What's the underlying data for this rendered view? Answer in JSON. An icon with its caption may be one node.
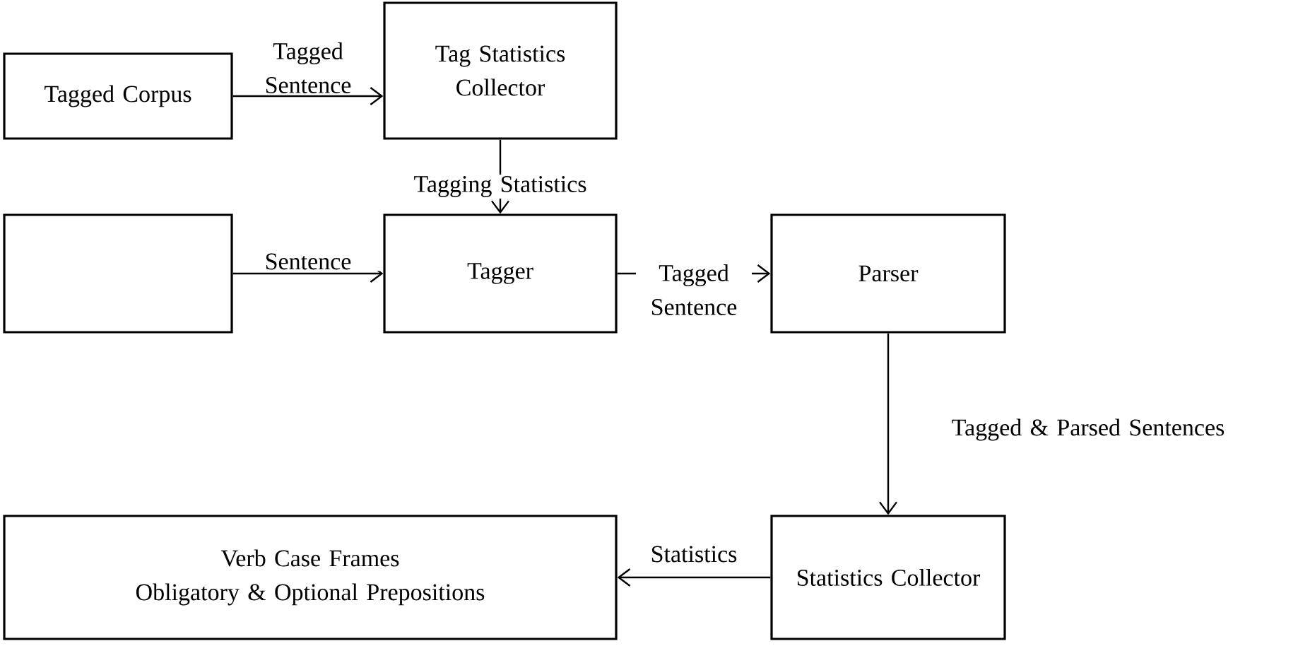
{
  "diagram": {
    "nodes": [
      {
        "text": [
          "Tagged Corpus"
        ]
      },
      {
        "text": [
          "Tag Statistics Collector"
        ]
      },
      {
        "text": [],
        "shape": "box"
      },
      {
        "text": [
          "Tagger"
        ]
      },
      {
        "text": [
          "Parser"
        ]
      },
      {
        "text": [
          "Verb Case Frames",
          "Obligatory & Optional Prepositions"
        ]
      },
      {
        "text": [
          "Statistics Collector"
        ]
      }
    ],
    "edges": [
      {
        "from": 0,
        "to": 1,
        "arrow": "to",
        "label": "Tagged Sentence"
      },
      {
        "from": 1,
        "to": 3,
        "arrow": "to",
        "label": "Tagging Statistics"
      },
      {
        "from": 2,
        "to": 3,
        "arrow": "to",
        "label": "Sentence"
      },
      {
        "from": 3,
        "to": 4,
        "arrow": "to",
        "label": "Tagged Sentence"
      },
      {
        "from": 4,
        "to": 6,
        "arrow": "to",
        "label": "Tagged & Parsed Sentences"
      },
      {
        "from": 6,
        "to": 5,
        "arrow": "to",
        "label": "Statistics"
      }
    ]
  }
}
